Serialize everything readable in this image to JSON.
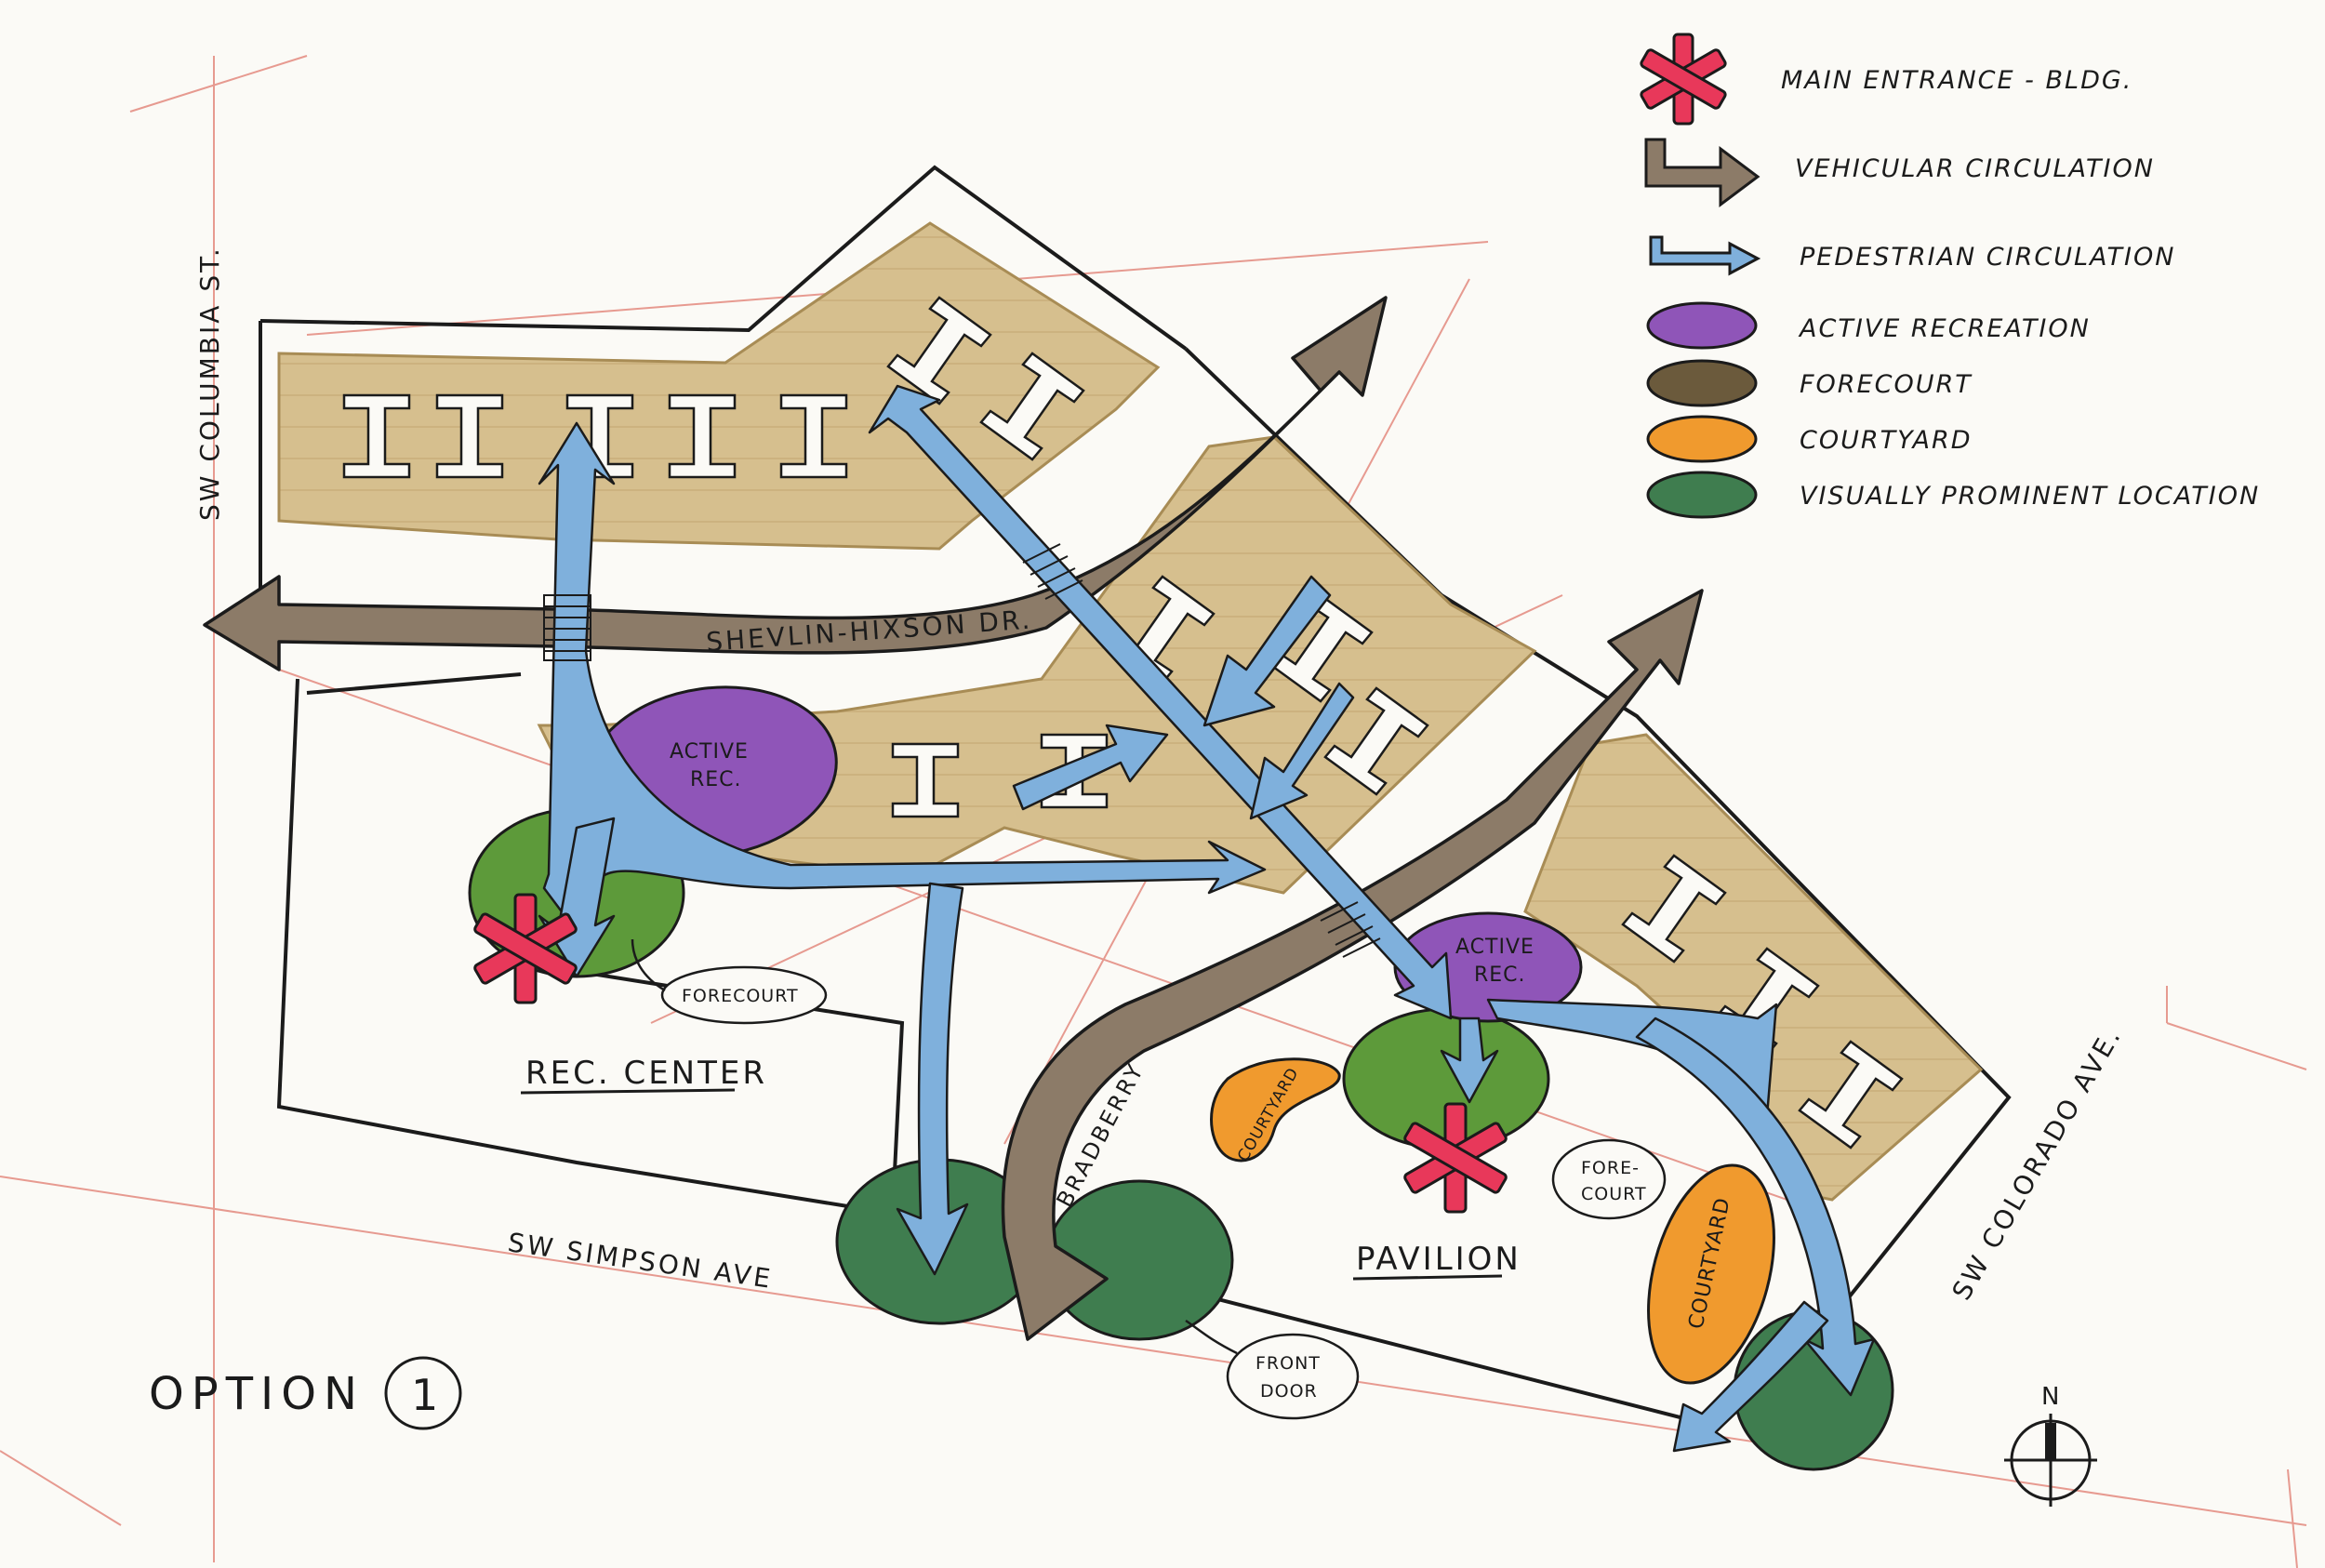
{
  "legend": {
    "items": [
      {
        "symbol": "asterisk",
        "label": "MAIN ENTRANCE - BLDG.",
        "color": "#e8385a"
      },
      {
        "symbol": "vehicle-arrow",
        "label": "VEHICULAR CIRCULATION",
        "color": "#8c7b68"
      },
      {
        "symbol": "pedestrian-arrow",
        "label": "PEDESTRIAN CIRCULATION",
        "color": "#7fb0dc"
      },
      {
        "symbol": "oval",
        "label": "ACTIVE RECREATION",
        "color": "#8f55b8"
      },
      {
        "symbol": "oval",
        "label": "FORECOURT",
        "color": "#6b5a3c"
      },
      {
        "symbol": "oval",
        "label": "COURTYARD",
        "color": "#f09a2e"
      },
      {
        "symbol": "oval",
        "label": "VISUALLY PROMINENT LOCATION",
        "color": "#3f7d4f"
      }
    ]
  },
  "streets": {
    "columbia": "SW COLUMBIA ST.",
    "shevlin": "SHEVLIN-HIXSON DR.",
    "simpson": "SW SIMPSON AVE",
    "colorado": "SW COLORADO AVE.",
    "bradberry": "BRADBERRY"
  },
  "zones": {
    "active_rec_1_line1": "ACTIVE",
    "active_rec_1_line2": "REC.",
    "active_rec_2_line1": "ACTIVE",
    "active_rec_2_line2": "REC.",
    "courtyard_small": "COURTYARD",
    "courtyard_large": "COURTYARD"
  },
  "places": {
    "rec_center": "REC. CENTER",
    "pavilion": "PAVILION"
  },
  "tags": {
    "forecourt_1": "FORECOURT",
    "forecourt_2_line1": "FORE-",
    "forecourt_2_line2": "COURT",
    "front_door_line1": "FRONT",
    "front_door_line2": "DOOR"
  },
  "option_label": "OPTION",
  "option_number": "1",
  "north_label": "N",
  "colors": {
    "building": "#d6bf8e",
    "building_edge": "#a88c55",
    "vehicle": "#8c7b68",
    "pedestrian": "#7fb0dc",
    "active_rec": "#8f55b8",
    "prominent": "#3f7d4f",
    "prominent_light": "#5d9a3a",
    "courtyard": "#f09a2e",
    "entrance": "#e8385a",
    "ink": "#1b1b1b",
    "red_pencil": "#e07a6e"
  }
}
